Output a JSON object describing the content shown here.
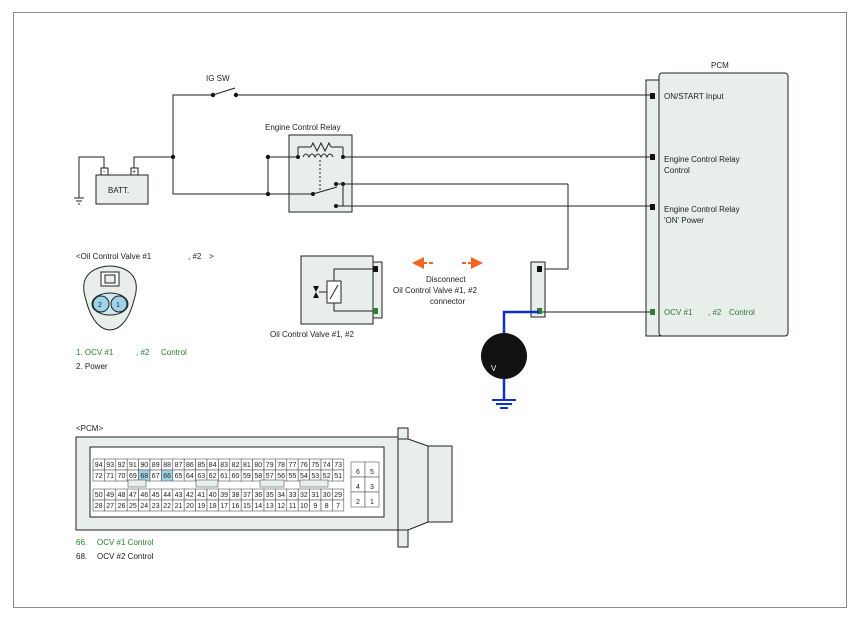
{
  "labels": {
    "pcm_title": "PCM",
    "ig_sw": "IG SW",
    "relay_title": "Engine Control Relay",
    "batt": "BATT.",
    "batt_neg": "-",
    "batt_pos": "+",
    "pcm_on_start": "ON/START Input",
    "pcm_relay_ctrl_1": "Engine Control Relay",
    "pcm_relay_ctrl_2": "Control",
    "pcm_relay_power_1": "Engine Control Relay",
    "pcm_relay_power_2": "'ON' Power",
    "pcm_ocv_a": "OCV #1",
    "pcm_ocv_b": ", #2",
    "pcm_ocv_c": "Control",
    "ocv_conn_title_a": "<Oil Control Valve #1",
    "ocv_conn_title_b": ", #2",
    "ocv_conn_title_c": ">",
    "ocv_pin_2": "2",
    "ocv_pin_1": "1",
    "legend1_a": "1. OCV #1",
    "legend1_b": ", #2",
    "legend1_c": "Control",
    "legend2": "2. Power",
    "ocv_component": "Oil Control Valve #1, #2",
    "disconnect_1": "Disconnect",
    "disconnect_2": "Oil Control Valve #1, #2",
    "disconnect_3": "connector",
    "voltmeter": "V",
    "pcm_conn_title": "<PCM>",
    "pcm_legend1_a": "66.",
    "pcm_legend1_b": "OCV #1 Control",
    "pcm_legend2_a": "68.",
    "pcm_legend2_b": "OCV #2 Control"
  },
  "pcm_pins": {
    "row1": [
      "94",
      "93",
      "92",
      "91",
      "90",
      "89",
      "88",
      "87",
      "86",
      "85",
      "84",
      "83",
      "82",
      "81",
      "80",
      "79",
      "78",
      "77",
      "76",
      "75",
      "74",
      "73"
    ],
    "row2": [
      "72",
      "71",
      "70",
      "69",
      "68",
      "67",
      "66",
      "65",
      "64",
      "63",
      "62",
      "61",
      "60",
      "59",
      "58",
      "57",
      "56",
      "55",
      "54",
      "53",
      "52",
      "51"
    ],
    "row3": [
      "50",
      "49",
      "48",
      "47",
      "46",
      "45",
      "44",
      "43",
      "42",
      "41",
      "40",
      "39",
      "38",
      "37",
      "36",
      "35",
      "34",
      "33",
      "32",
      "31",
      "30",
      "29"
    ],
    "row4": [
      "28",
      "27",
      "26",
      "25",
      "24",
      "23",
      "22",
      "21",
      "20",
      "19",
      "18",
      "17",
      "16",
      "15",
      "14",
      "13",
      "12",
      "11",
      "10",
      "9",
      "8",
      "7"
    ],
    "side": [
      [
        "6",
        "5"
      ],
      [
        "4",
        "3"
      ],
      [
        "2",
        "1"
      ]
    ],
    "highlight": [
      "68",
      "66"
    ]
  },
  "colors": {
    "green": "#2e7d32",
    "blue": "#1030c8",
    "orange": "#f26522",
    "pin_highlight": "#9fd3e6",
    "box_fill": "#e8eeea"
  }
}
